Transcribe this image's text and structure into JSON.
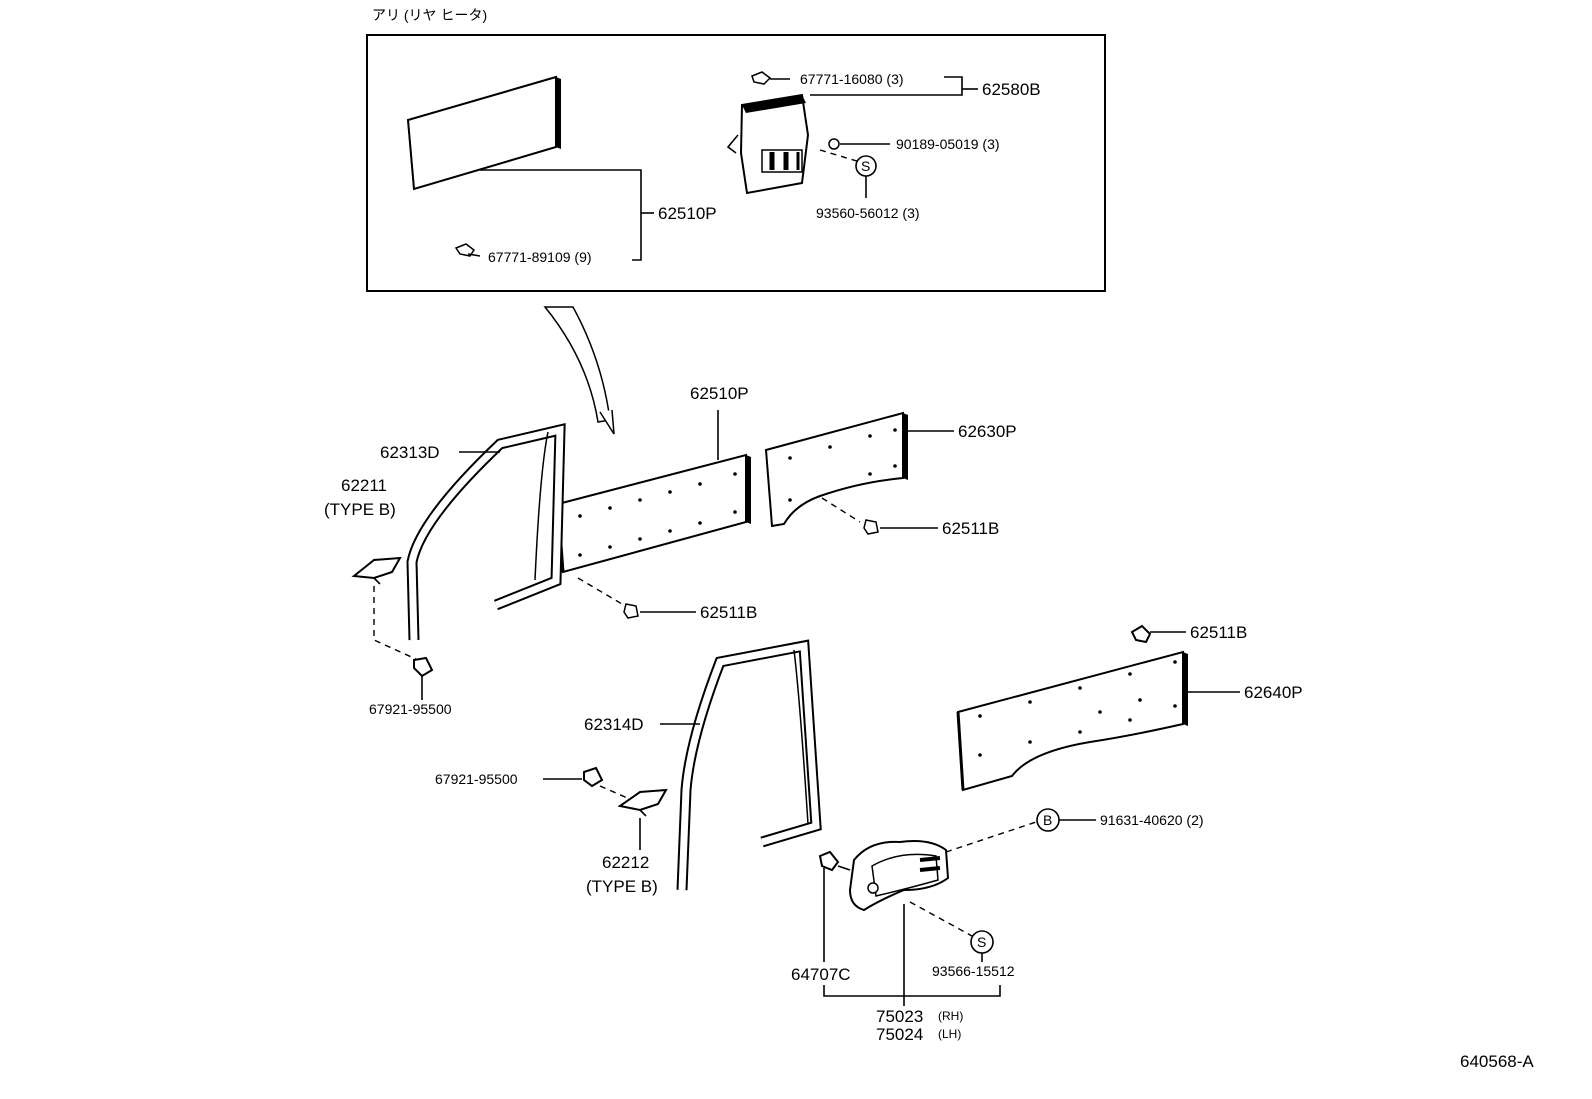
{
  "inset": {
    "title": "アリ (リヤ ヒータ)",
    "labels": {
      "p67771_16080": "67771-16080 (3)",
      "p62580b": "62580B",
      "p90189_05019": "90189-05019 (3)",
      "p62510p": "62510P",
      "p93560_56012": "93560-56012 (3)",
      "p67771_89109": "67771-89109 (9)",
      "symbol_s": "S"
    }
  },
  "main": {
    "labels": {
      "p62510p": "62510P",
      "p62630p": "62630P",
      "p62313d": "62313D",
      "p62211": "62211",
      "p62211_type": "(TYPE B)",
      "p62511b_a": "62511B",
      "p62511b_b": "62511B",
      "p62511b_c": "62511B",
      "p67921_a": "67921-95500",
      "p62640p": "62640P",
      "p62314d": "62314D",
      "p67921_b": "67921-95500",
      "p91631": "91631-40620 (2)",
      "symbol_b": "B",
      "p62212": "62212",
      "p62212_type": "(TYPE B)",
      "symbol_s2": "S",
      "p64707c": "64707C",
      "p93566": "93566-15512",
      "p75023": "75023",
      "p75023_side": "(RH)",
      "p75024": "75024",
      "p75024_side": "(LH)"
    }
  },
  "figure_id": "640568-A"
}
